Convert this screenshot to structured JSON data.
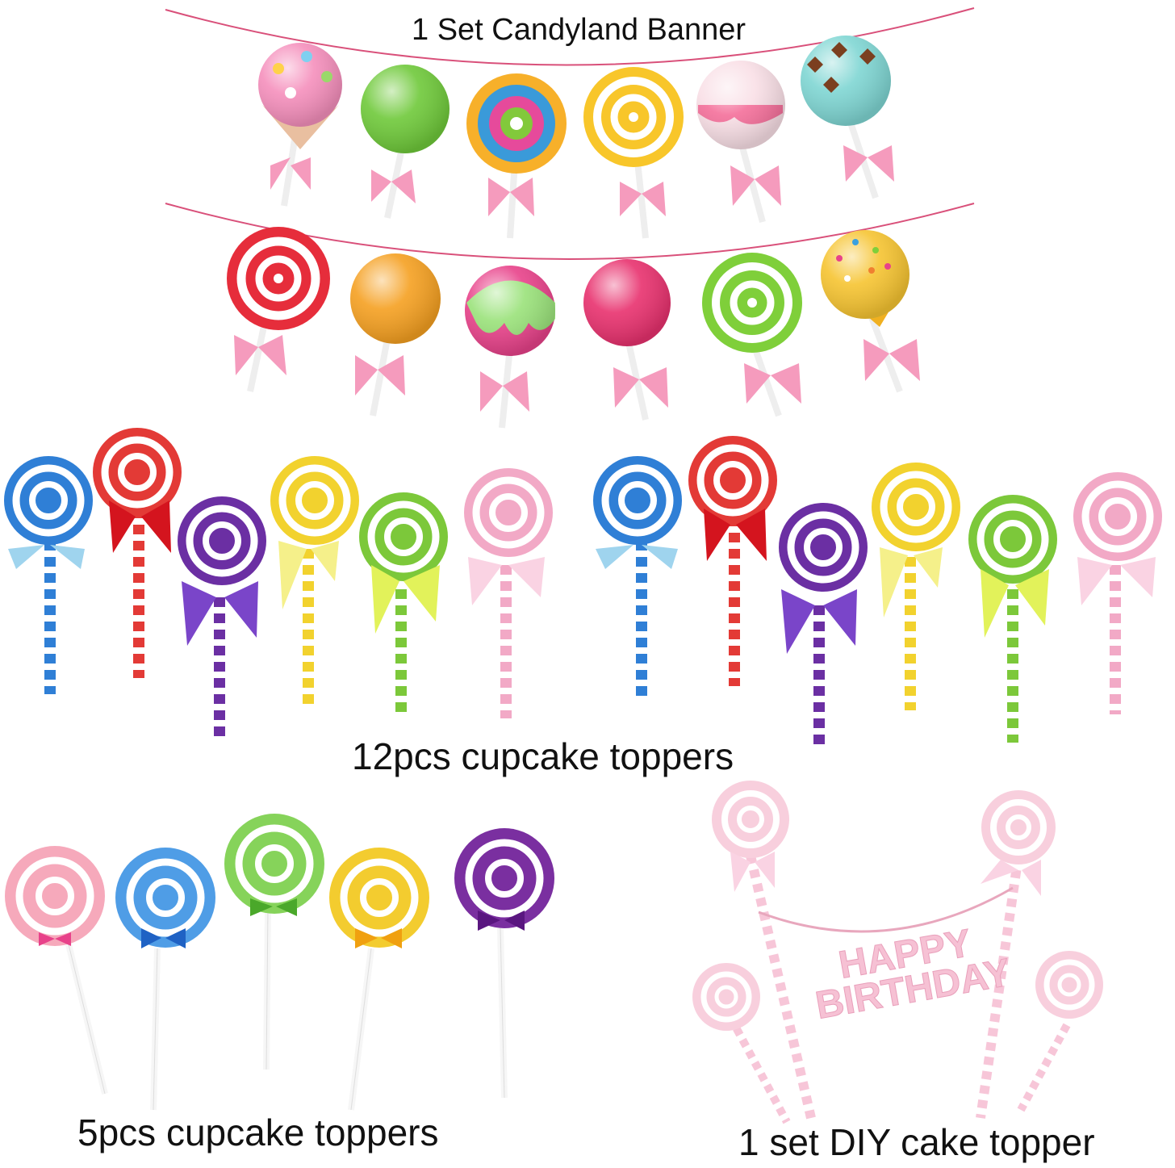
{
  "captions": {
    "banner": "1 Set Candyland Banner",
    "cupcake12": "12pcs cupcake toppers",
    "cupcake5": "5pcs cupcake toppers",
    "diy": "1 set DIY cake topper"
  },
  "cake_topper_banner_text": [
    "HAPPY",
    "BIRTHDAY"
  ],
  "colors": {
    "string": "#d9507a",
    "bow_pink": "#f59bbd",
    "stick": "#f3f3f3",
    "lollipop_colors": [
      "#2f7fd6",
      "#e33a36",
      "#6b2fa3",
      "#f2d22e",
      "#7cc83a",
      "#f2a9c6"
    ],
    "mini_topper_colors": [
      "#f6a9bb",
      "#4f9de6",
      "#86d35a",
      "#f3cc2f",
      "#7a2fa0"
    ]
  }
}
